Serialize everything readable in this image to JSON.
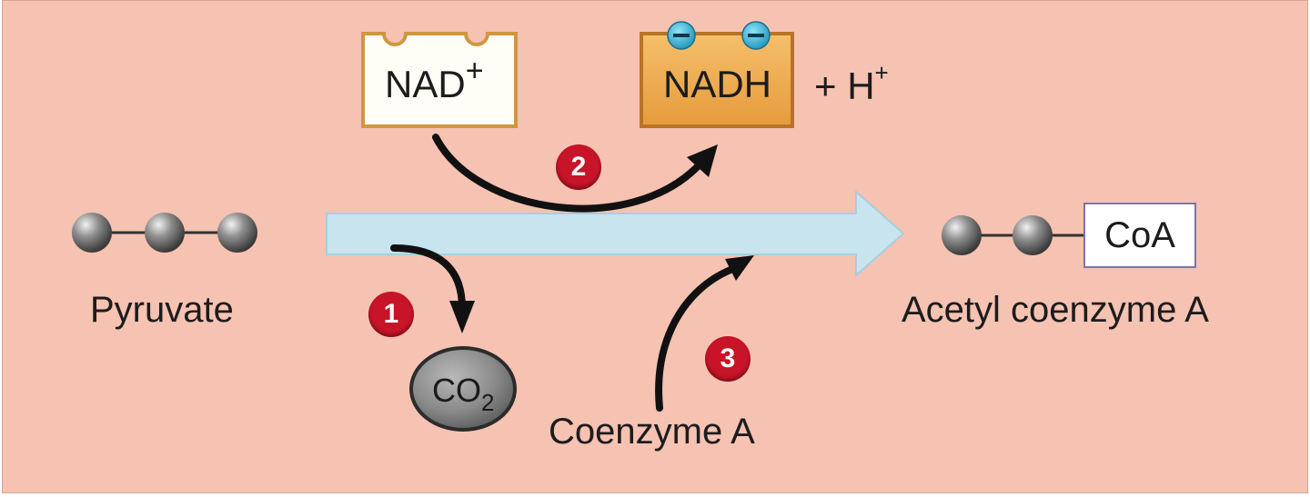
{
  "labels": {
    "nad": "NAD",
    "nad_sup": "+",
    "nadh": "NADH",
    "plus_h": "+ H",
    "h_sup": "+",
    "pyruvate": "Pyruvate",
    "co2_base": "CO",
    "co2_sub": "2",
    "coenzyme_a": "Coenzyme A",
    "coa": "CoA",
    "acetyl_coa": "Acetyl coenzyme A",
    "minus_sign": "−"
  },
  "steps": [
    "1",
    "2",
    "3"
  ],
  "colors": {
    "background": "#f6c2b2",
    "main_arrow": "#c8e4ef",
    "step_badge": "#c81428",
    "nadh_box": "#f0b25a",
    "nad_box": "#fffef6",
    "electron": "#35b8dd",
    "molecule": "#777777"
  },
  "icons": [
    "main-reaction-arrow",
    "curved-arrow",
    "electron-icon",
    "carbon-atom-icon"
  ]
}
